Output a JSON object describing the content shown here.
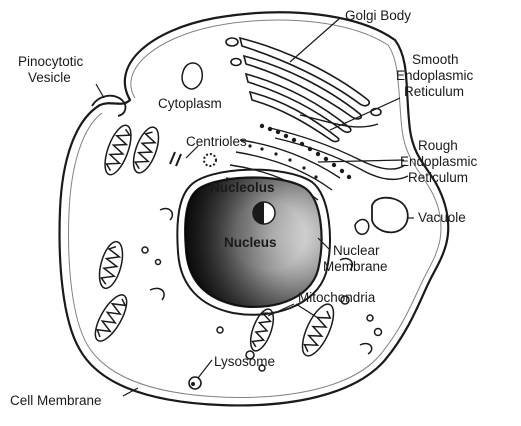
{
  "labels": {
    "golgi_body": "Golgi Body",
    "pinocytotic_vesicle": [
      "Pinocytotic",
      "Vesicle"
    ],
    "smooth_er": [
      "Smooth",
      "Endoplasmic",
      "Reticulum"
    ],
    "cytoplasm": "Cytoplasm",
    "centrioles": "Centrioles",
    "rough_er": [
      "Rough",
      "Endoplasmic",
      "Reticulum"
    ],
    "nucleolus": "Nucleolus",
    "vacuole": "Vacuole",
    "nucleus": "Nucleus",
    "nuclear_membrane": [
      "Nuclear",
      "Membrane"
    ],
    "mitochondria": "Mitochondria",
    "lysosome": "Lysosome",
    "cell_membrane": "Cell Membrane"
  },
  "colors": {
    "ink": "#1a1a1a",
    "background": "#ffffff"
  }
}
